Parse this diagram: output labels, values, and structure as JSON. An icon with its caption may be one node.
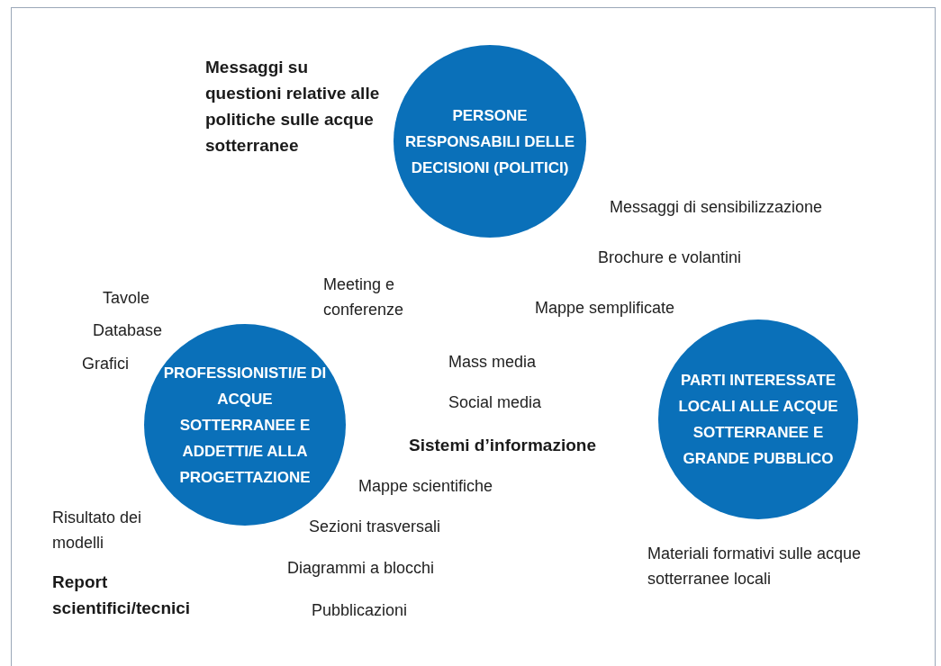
{
  "diagram": {
    "nodes": [
      {
        "text": [
          "PERSONE RESPONSABILI DELLE DECISIONI (POLITICI)"
        ]
      },
      {
        "text": [
          "PROFESSIONISTI/E DI ACQUE SOTTERRANEE E ADDETTI/E ALLA PROGETTAZIONE"
        ]
      },
      {
        "text": [
          "PARTI INTERESSATE LOCALI ALLE ACQUE SOTTERRANEE E GRANDE PUBBLICO"
        ]
      }
    ],
    "labels": [
      "Messaggi su questioni relative alle politiche sulle acque sotterranee",
      "Messaggi di sensibilizzazione",
      "Brochure e volantini",
      "Meeting e conferenze",
      "Mappe semplificate",
      "Tavole",
      "Database",
      "Grafici",
      "Mass media",
      "Social media",
      "Sistemi d’informazione",
      "Mappe scientifiche",
      "Risultato dei modelli",
      "Sezioni trasversali",
      "Materiali formativi sulle acque sotterranee locali",
      "Diagrammi a blocchi",
      "Report scientifici/tecnici",
      "Pubblicazioni"
    ]
  }
}
